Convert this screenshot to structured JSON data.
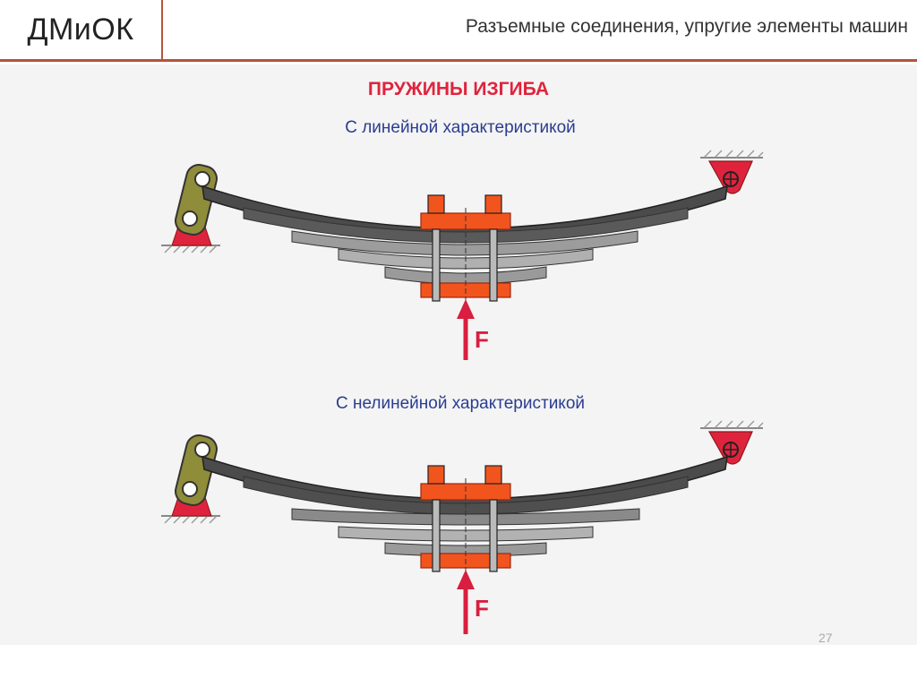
{
  "header": {
    "brand": "ДМиОК",
    "subject": "Разъемные соединения, упругие элементы машин"
  },
  "slide": {
    "title": "ПРУЖИНЫ ИЗГИБА",
    "diagrams": [
      {
        "caption": "С линейной характеристикой",
        "force_label": "F"
      },
      {
        "caption": "С нелинейной характеристикой",
        "force_label": "F"
      }
    ],
    "page_number": "27"
  },
  "colors": {
    "accent_red": "#e0233c",
    "caption_blue": "#2a3d8f",
    "clamp_orange": "#f2541e",
    "leaf_dark": "#4b4b4b",
    "leaf_light": "#a8a8a8",
    "shackle_olive": "#8f8c3a",
    "header_rule": "#b5533b"
  }
}
